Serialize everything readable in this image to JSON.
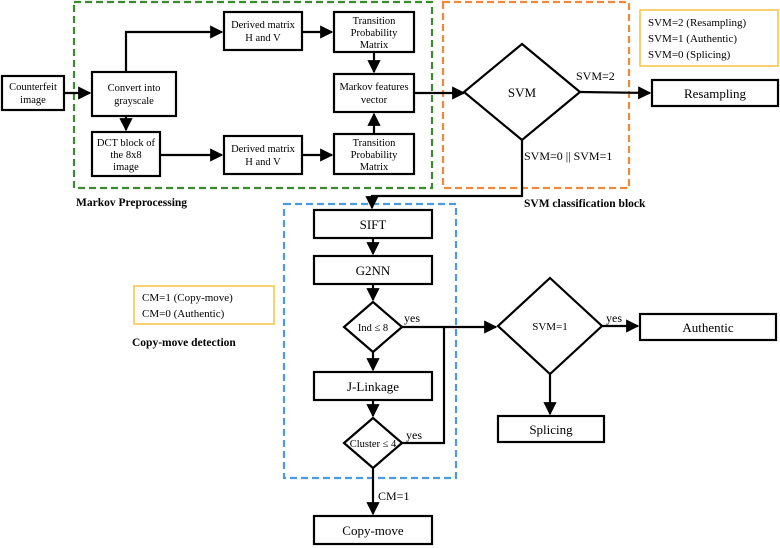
{
  "regions": {
    "markov": {
      "caption": "Markov Preprocessing",
      "color": "#3b8a2e"
    },
    "svm": {
      "caption": "SVM classification block",
      "color": "#f08a3a"
    },
    "copymove": {
      "caption": "Copy-move detection",
      "color": "#4a9be0"
    }
  },
  "nodes": {
    "counterfeit": [
      "Counterfeit",
      "image"
    ],
    "grayscale": [
      "Convert into",
      "grayscale"
    ],
    "dct": [
      "DCT block of",
      "the 8x8",
      "image"
    ],
    "derived_top": [
      "Derived matrix",
      "H and V"
    ],
    "derived_bottom": [
      "Derived matrix",
      "H and V"
    ],
    "tpm_top": [
      "Transition",
      "Probability",
      "Matrix"
    ],
    "tpm_bottom": [
      "Transition",
      "Probability",
      "Matrix"
    ],
    "markov_vec": [
      "Markov features",
      "vector"
    ],
    "svm": "SVM",
    "resampling": "Resampling",
    "sift": "SIFT",
    "g2nn": "G2NN",
    "ind": "Ind ≤ 8",
    "jlinkage": "J-Linkage",
    "cluster": "Cluster ≤ 4",
    "copymove": "Copy-move",
    "svm1": "SVM=1",
    "authentic": "Authentic",
    "splicing": "Splicing"
  },
  "edge_labels": {
    "svm2": "SVM=2",
    "svm01": "SVM=0 || SVM=1",
    "yes1": "yes",
    "yes2": "yes",
    "yes3": "yes",
    "cm1": "CM=1"
  },
  "legends": {
    "svm": {
      "lines": [
        "SVM=2 (Resampling)",
        "SVM=1 (Authentic)",
        "SVM=0 (Splicing)"
      ],
      "border_color": "#f5c242"
    },
    "cm": {
      "lines": [
        "CM=1 (Copy-move)",
        "CM=0 (Authentic)"
      ],
      "border_color": "#f5c242"
    }
  }
}
